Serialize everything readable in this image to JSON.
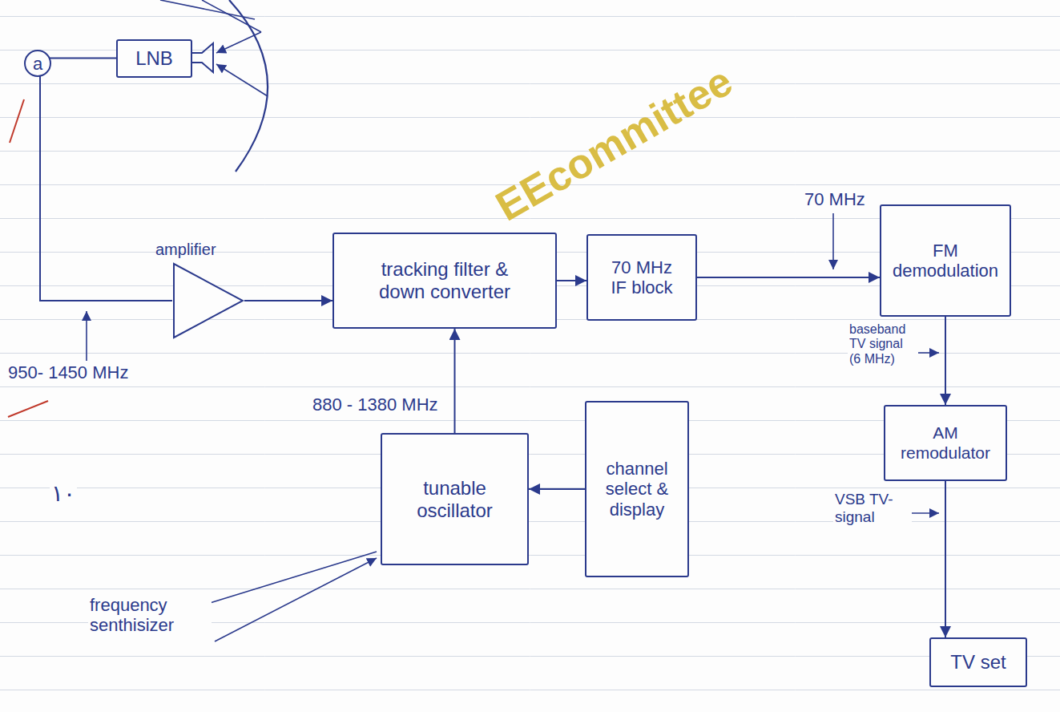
{
  "diagram": {
    "nodes": [
      {
        "text": [
          "LNB"
        ]
      },
      {
        "text": [
          "amplifier"
        ]
      },
      {
        "text": [
          "tracking filter & down converter"
        ]
      },
      {
        "text": [
          "70 MHz IF block"
        ]
      },
      {
        "text": [
          "FM demodulation"
        ]
      },
      {
        "text": [
          "AM remodulator"
        ]
      },
      {
        "text": [
          "tunable oscillator"
        ]
      },
      {
        "text": [
          "channel select & display"
        ]
      },
      {
        "text": [
          "TV set"
        ]
      }
    ],
    "edges": [
      {
        "from": 0,
        "to": 1,
        "arrow": "none"
      },
      {
        "from": 1,
        "to": 2,
        "arrow": "to"
      },
      {
        "from": 2,
        "to": 3,
        "arrow": "to"
      },
      {
        "from": 3,
        "to": 4,
        "arrow": "to"
      },
      {
        "from": 4,
        "to": 5,
        "arrow": "to"
      },
      {
        "from": 5,
        "to": 8,
        "arrow": "to"
      },
      {
        "from": 6,
        "to": 2,
        "arrow": "to"
      },
      {
        "from": 7,
        "to": 6,
        "arrow": "to"
      }
    ],
    "labels": [
      "a",
      "950- 1450 MHz",
      "880 - 1380 MHz",
      "70 MHz",
      "baseband TV signal (6 MHz)",
      "VSB TV-signal",
      "frequency senthisizer",
      "١٠",
      "EEcommittee"
    ]
  }
}
